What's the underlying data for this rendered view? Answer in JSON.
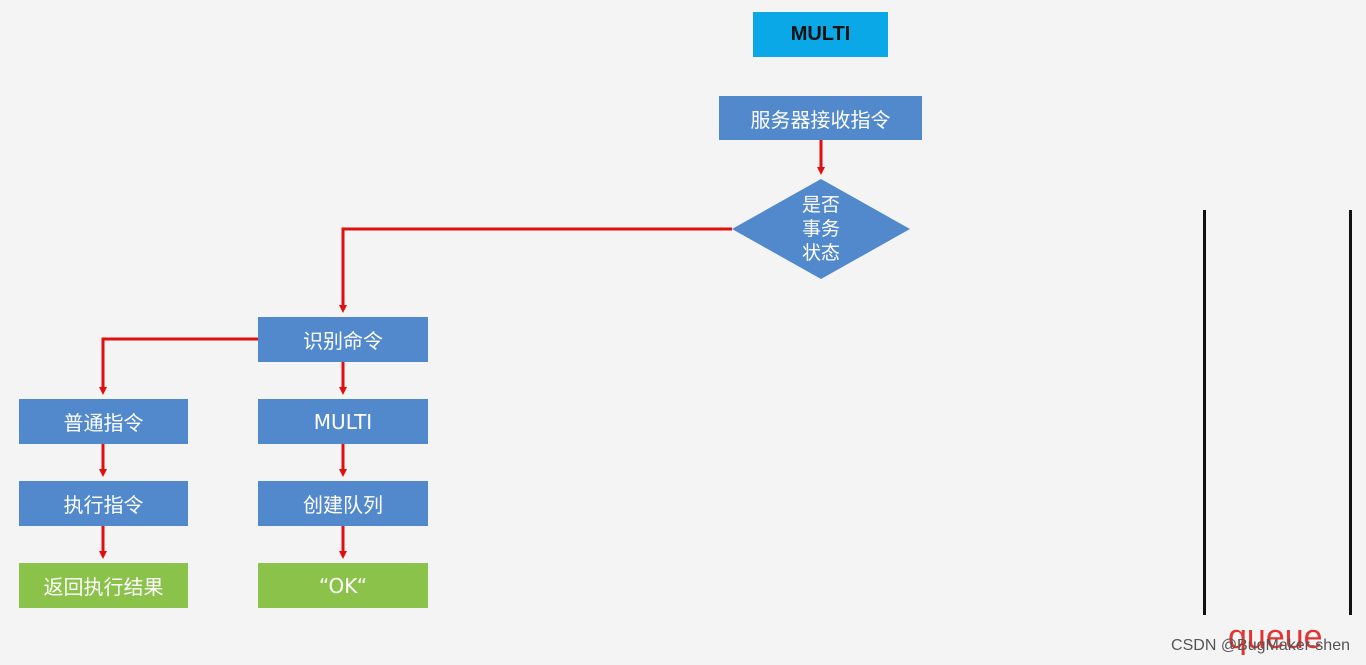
{
  "title": "MULTI",
  "nodes": {
    "receive": "服务器接收指令",
    "decision": [
      "是否",
      "事务",
      "状态"
    ],
    "identify": "识别命令",
    "normal": "普通指令",
    "execute": "执行指令",
    "return_result": "返回执行结果",
    "multi": "MULTI",
    "create_queue": "创建队列",
    "ok": "“OK“"
  },
  "queue_label": "queue",
  "watermark": "CSDN @BugMaker-shen",
  "colors": {
    "process": "#5289cc",
    "terminal": "#8bc34a",
    "title": "#0aa8e6",
    "arrow": "#e01010"
  }
}
